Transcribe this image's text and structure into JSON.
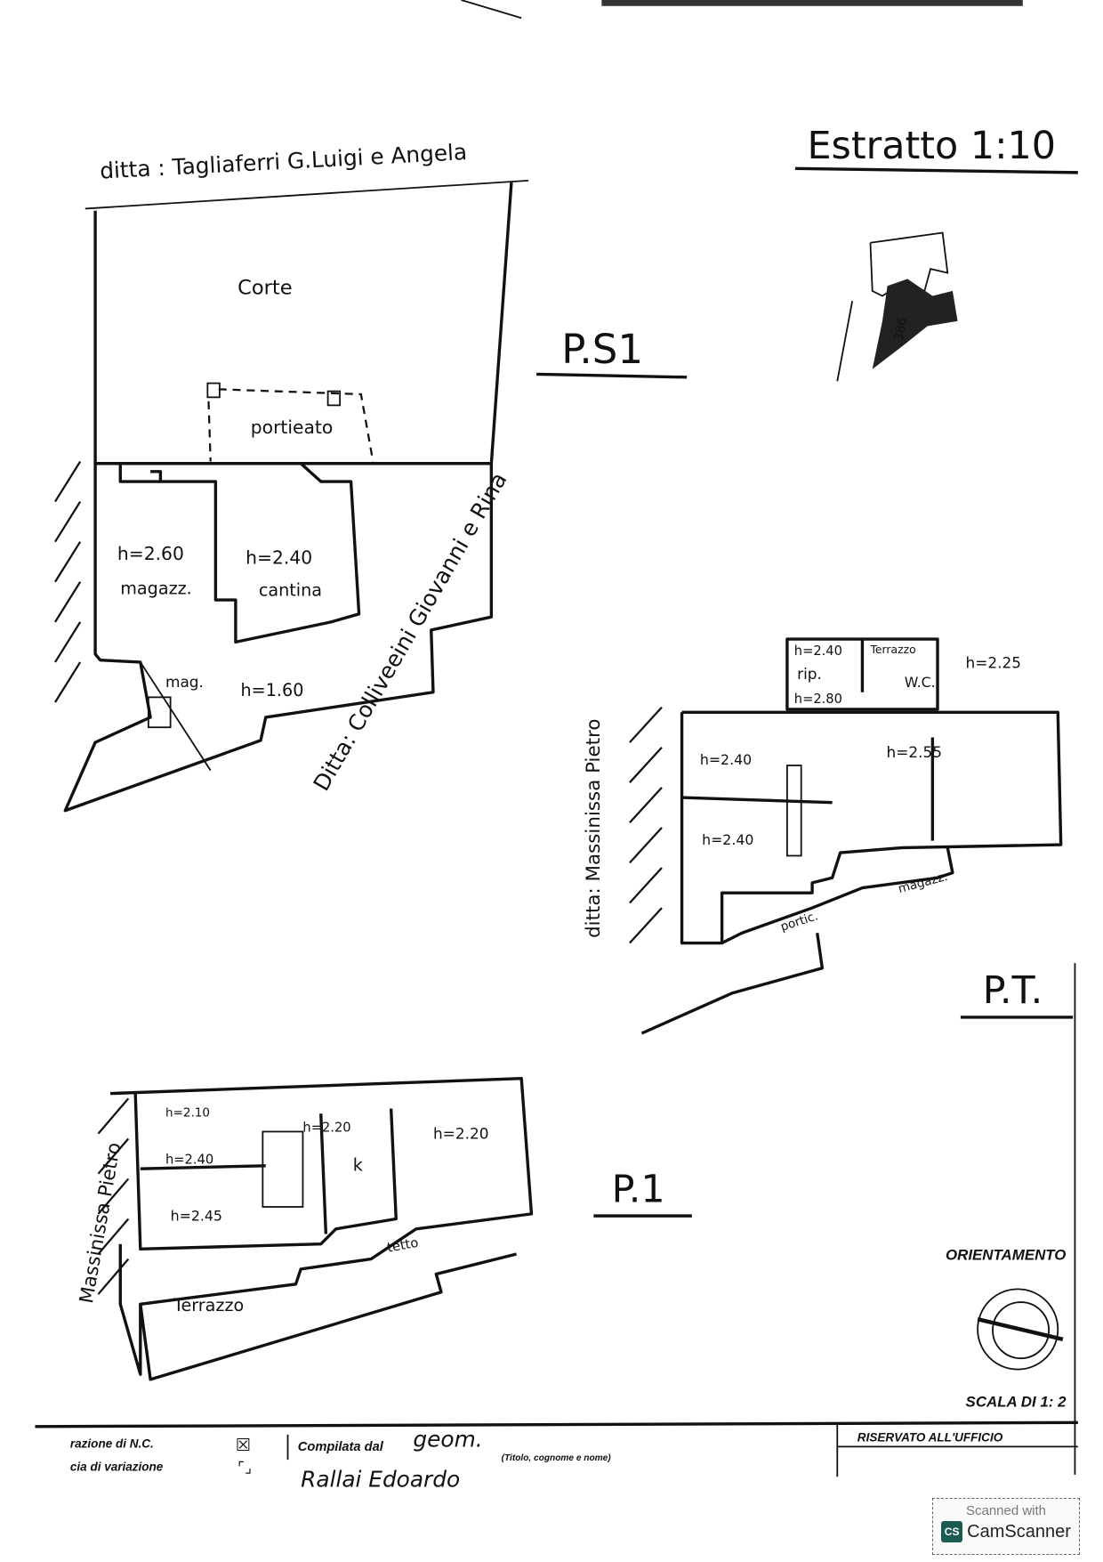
{
  "header": {
    "owner_top": "ditta : Tagliaferri G.Luigi e Angela",
    "extract_title": "Estratto 1:10"
  },
  "plan_ps1": {
    "title": "P.S1",
    "court": "Corte",
    "porch": "portieato",
    "rooms": [
      {
        "height": "h=2.60",
        "name": "magazz."
      },
      {
        "height": "h=2.40",
        "name": "cantina"
      },
      {
        "height": "h=1.60",
        "name": "mag."
      }
    ],
    "neighbor": "Ditta: Colliveeini Giovanni e Rina"
  },
  "site_map": {
    "parcel": "386"
  },
  "plan_pt": {
    "title": "P.T.",
    "labels": {
      "h_rip": "h=2.40",
      "rip": "rip.",
      "h_rip2": "h=2.80",
      "terrace": "Terrazzo",
      "wc": "W.C.",
      "h_wc": "h=2.25",
      "h_room1": "h=2.40",
      "h_room2": "h=2.55",
      "h_room3": "h=2.40",
      "portico": "portic.",
      "storage": "magazz."
    },
    "neighbor": "ditta: Massinissa Pietro"
  },
  "plan_p1": {
    "title": "P.1",
    "labels": {
      "h1": "h=2.10",
      "h2": "h=2.40",
      "h3": "h=2.45",
      "h4": "h=2.20",
      "kitchen": "k",
      "h5": "h=2.20",
      "roof": "tetto",
      "terrace": "Terrazzo"
    },
    "neighbor": "Massinissa Pietro"
  },
  "legend": {
    "orientation": "ORIENTAMENTO",
    "scale": "SCALA DI 1: 2"
  },
  "footer": {
    "declaration_nc": "razione di N.C.",
    "declaration_nc_checked": "☒",
    "variation": "cia di variazione",
    "variation_box": "⌜⌟",
    "compiled_by": "Compilata dal",
    "title_handwritten": "geom.",
    "name_caption": "(Titolo, cognome e nome)",
    "name_handwritten": "Rallai Edoardo",
    "office_reserved": "RISERVATO ALL'UFFICIO"
  },
  "watermark": {
    "line1": "Scanned with",
    "brand_logo": "CS",
    "brand": "CamScanner"
  }
}
